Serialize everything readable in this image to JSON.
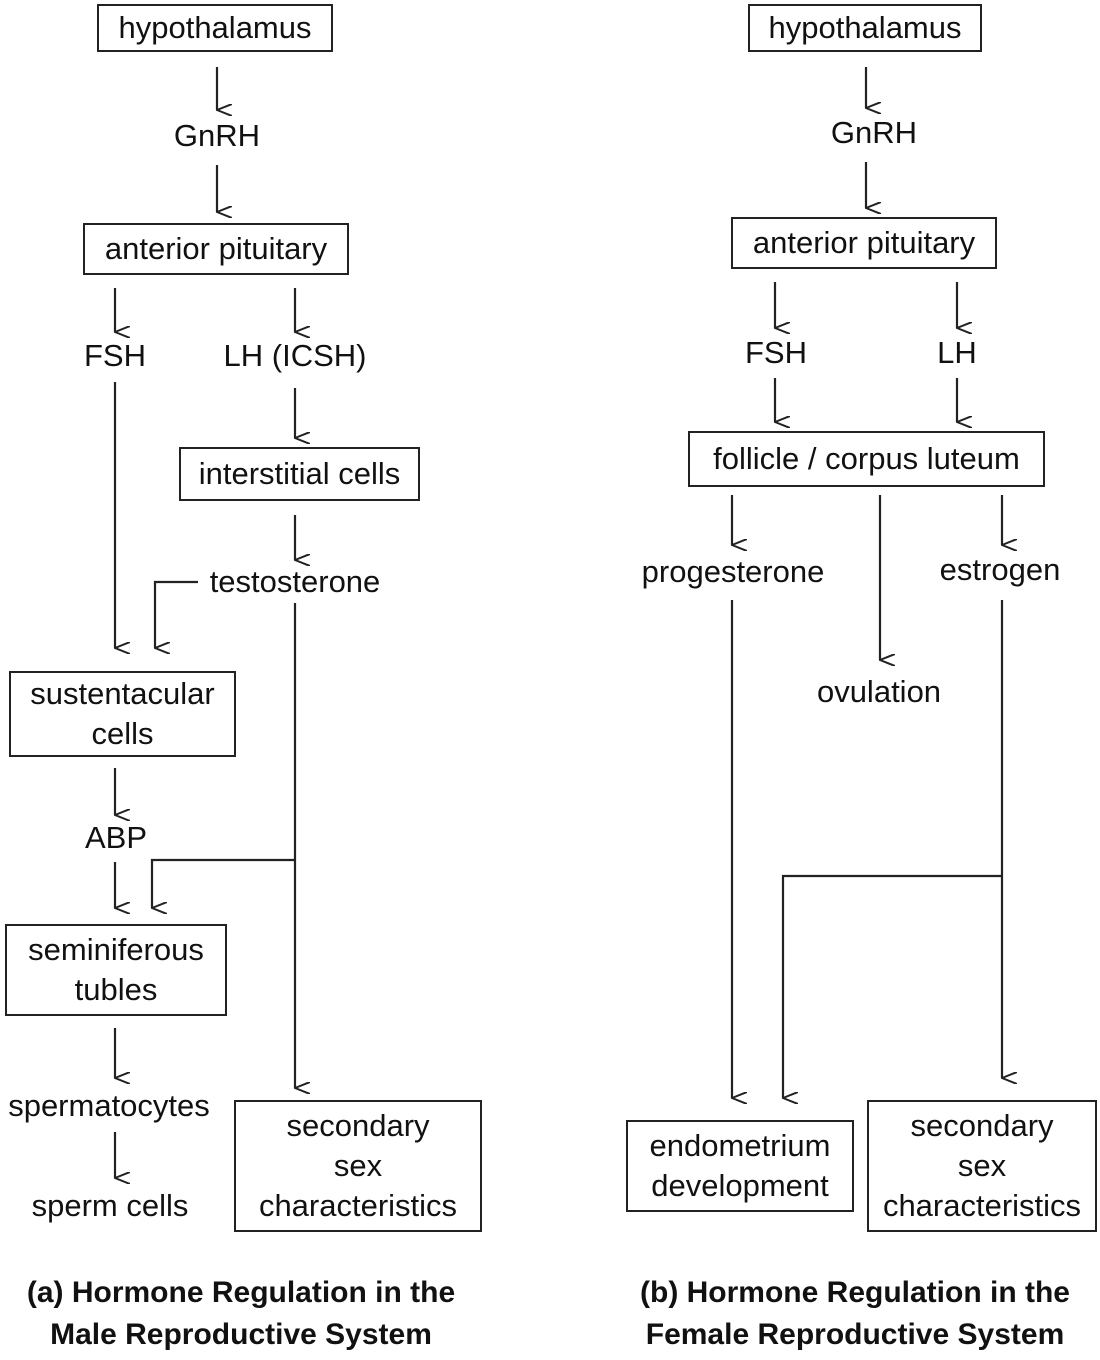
{
  "colors": {
    "line": "#222222",
    "text": "#111111",
    "background": "#ffffff"
  },
  "male": {
    "hypothalamus": "hypothalamus",
    "gnrh": "GnRH",
    "anterior_pituitary": "anterior pituitary",
    "fsh": "FSH",
    "lh": "LH (ICSH)",
    "interstitial_cells": "interstitial cells",
    "testosterone": "testosterone",
    "sustentacular_cells_1": "sustentacular",
    "sustentacular_cells_2": "cells",
    "abp": "ABP",
    "seminiferous_tubles_1": "seminiferous",
    "seminiferous_tubles_2": "tubles",
    "spermatocytes": "spermatocytes",
    "sperm_cells": "sperm cells",
    "secondary_sex_1": "secondary",
    "secondary_sex_2": "sex",
    "secondary_sex_3": "characteristics",
    "caption_1": "(a) Hormone Regulation in the",
    "caption_2": "Male Reproductive System"
  },
  "female": {
    "hypothalamus": "hypothalamus",
    "gnrh": "GnRH",
    "anterior_pituitary": "anterior pituitary",
    "fsh": "FSH",
    "lh": "LH",
    "follicle": "follicle / corpus luteum",
    "progesterone": "progesterone",
    "estrogen": "estrogen",
    "ovulation": "ovulation",
    "endometrium_1": "endometrium",
    "endometrium_2": "development",
    "secondary_sex_1": "secondary",
    "secondary_sex_2": "sex",
    "secondary_sex_3": "characteristics",
    "caption_1": "(b) Hormone Regulation in the",
    "caption_2": "Female Reproductive System"
  }
}
